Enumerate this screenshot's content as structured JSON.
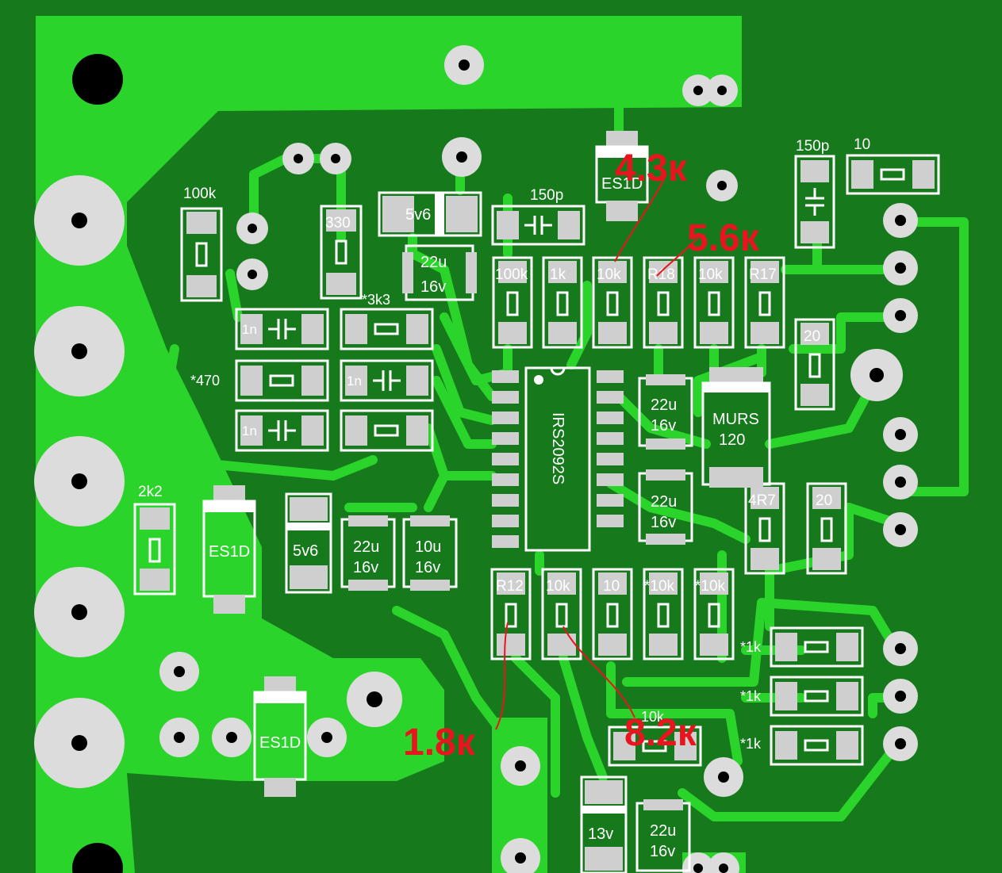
{
  "ic": {
    "label": "IRS2092S"
  },
  "resistors": {
    "r_100k_left": "100k",
    "r_330": "330",
    "r_100k_row": "100k",
    "r_1k_row": "1k",
    "r_10k_top": "10k",
    "r_r18": "R18",
    "r_10k_top2": "10k",
    "r_r17": "R17",
    "r_20_a": "20",
    "r_20_b": "20",
    "r_4r7": "4R7",
    "r_2k2": "2k2",
    "r_3k3": "*3k3",
    "r_470": "*470",
    "r_r12": "R12",
    "r_10k_b1": "10k",
    "r_10_b": "10",
    "r_10k_b2": "*10k",
    "r_10k_b3": "*10k",
    "r_1k_a": "*1k",
    "r_1k_b": "*1k",
    "r_1k_c": "*1k",
    "r_10k_bottom": "10k",
    "r_10_top": "10"
  },
  "capacitors": {
    "c_150p_a": "150p",
    "c_150p_b": "150p",
    "c_1n_a": "1n",
    "c_1n_b": "1n",
    "c_1n_c": "1n",
    "c_22u_a": "22u",
    "c_22u_a_v": "16v",
    "c_22u_b": "22u",
    "c_22u_b_v": "16v",
    "c_22u_c": "22u",
    "c_22u_c_v": "16v",
    "c_22u_d": "22u",
    "c_22u_d_v": "16v",
    "c_10u": "10u",
    "c_10u_v": "16v",
    "c_22u_e": "22u",
    "c_22u_e_v": "16v"
  },
  "diodes": {
    "d_es1d_top": "ES1D",
    "d_es1d_left": "ES1D",
    "d_es1d_bottom": "ES1D",
    "d_5v6_top": "5v6",
    "d_5v6_left": "5v6",
    "d_murs": "MURS",
    "d_murs_num": "120",
    "d_13v": "13v"
  },
  "annotations": {
    "a_4_3k": "4.3к",
    "a_5_6k": "5.6к",
    "a_1_8k": "1.8к",
    "a_8_2k": "8.2к"
  },
  "colors": {
    "board": "#167a1c",
    "copper": "#2ad42a",
    "pad": "#cfcfcf",
    "silk": "#ffffff",
    "note": "#e8141e"
  }
}
